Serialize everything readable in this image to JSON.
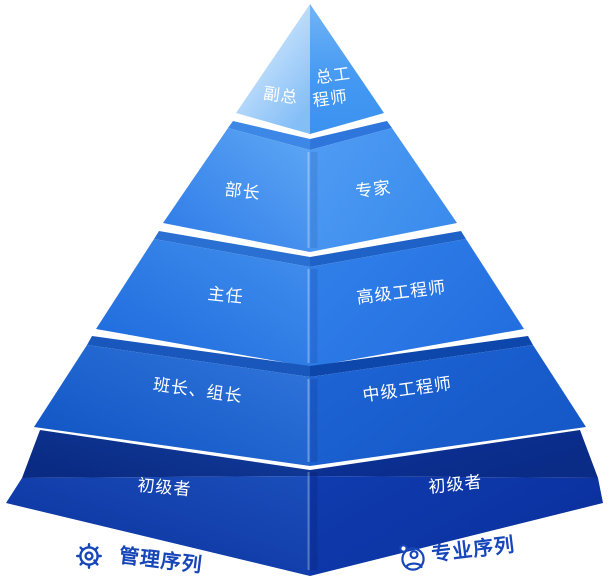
{
  "diagram": {
    "type": "pyramid",
    "description": "dual-track career ladder pyramid, management track on left face, professional track on right face",
    "levels": [
      {
        "rank": 1,
        "left": "副总",
        "right": "总工程师",
        "right_lines": [
          "总工",
          "程师"
        ]
      },
      {
        "rank": 2,
        "left": "部长",
        "right": "专家"
      },
      {
        "rank": 3,
        "left": "主任",
        "right": "高级工程师"
      },
      {
        "rank": 4,
        "left": "班长、组长",
        "right": "中级工程师"
      },
      {
        "rank": 5,
        "left": "初级者",
        "right": "初级者"
      }
    ]
  },
  "legend": {
    "management": {
      "label": "管理序列",
      "icon": "gear-icon"
    },
    "professional": {
      "label": "专业序列",
      "icon": "person-icon"
    }
  },
  "colors": {
    "background": "#ffffff",
    "label_text": "#ffffff",
    "legend_text": "#1746b9",
    "level_palette": [
      {
        "left": "#a9d3f9",
        "right": "#3e95f0"
      },
      {
        "left": "#2d7ae7",
        "right": "#4494f0"
      },
      {
        "left": "#1c69dd",
        "right": "#2b77e6"
      },
      {
        "left": "#0e52c3",
        "right": "#1b60d1"
      },
      {
        "left": "#0a309e",
        "right": "#0d35a6"
      }
    ]
  }
}
